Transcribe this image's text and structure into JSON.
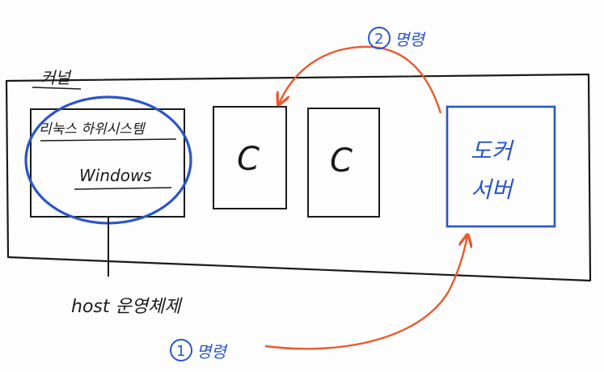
{
  "kernel_label": "커널",
  "subsystem_label": "리눅스 하위시스템",
  "windows_label": "Windows",
  "container_a_label": "C",
  "container_b_label": "C",
  "docker_server_line1": "도커",
  "docker_server_line2": "서버",
  "host_os_label": "host 운영체제",
  "step1_number": "1",
  "step1_label": "명령",
  "step2_number": "2",
  "step2_label": "명령",
  "colors": {
    "ink": "#1a1a1a",
    "blue": "#2a56c6",
    "orange": "#e85a2c"
  }
}
